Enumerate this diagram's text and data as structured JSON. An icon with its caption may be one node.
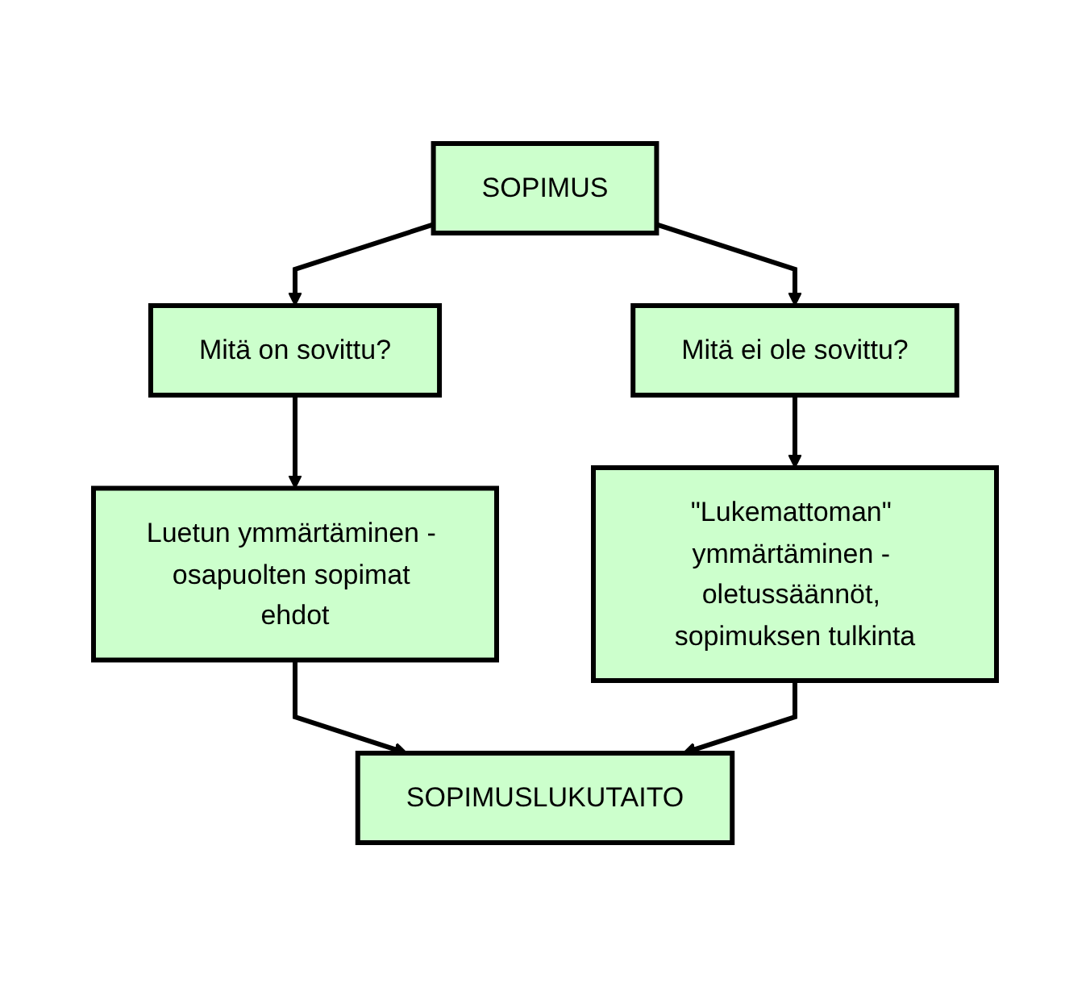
{
  "diagram": {
    "nodes": [
      {
        "text": [
          "SOPIMUS"
        ]
      },
      {
        "text": [
          "Mitä on sovittu?"
        ]
      },
      {
        "text": [
          "Mitä ei ole sovittu?"
        ]
      },
      {
        "text": [
          "Luetun ymmärtäminen - osapuolten sopimat ehdot"
        ]
      },
      {
        "text": [
          "\"Lukemattoman\" ymmärtäminen - oletussäännöt, sopimuksen tulkinta"
        ]
      },
      {
        "text": [
          "SOPIMUSLUKUTAITO"
        ]
      }
    ],
    "edges": [
      {
        "from": 0,
        "to": 1,
        "arrow": "to"
      },
      {
        "from": 0,
        "to": 2,
        "arrow": "to"
      },
      {
        "from": 1,
        "to": 3,
        "arrow": "to"
      },
      {
        "from": 2,
        "to": 4,
        "arrow": "to"
      },
      {
        "from": 3,
        "to": 5,
        "arrow": "to"
      },
      {
        "from": 4,
        "to": 5,
        "arrow": "to"
      }
    ]
  }
}
